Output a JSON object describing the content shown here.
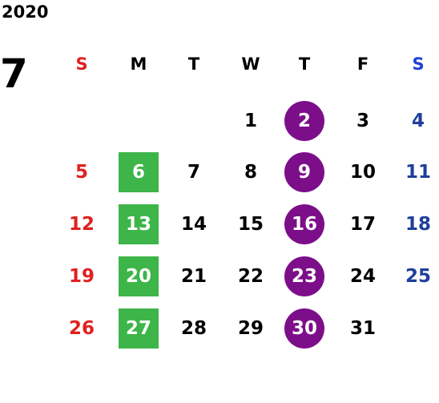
{
  "calendar": {
    "year": "2020",
    "month": "7",
    "weekdays": [
      {
        "label": "S",
        "color": "#e02020"
      },
      {
        "label": "M",
        "color": "#000000"
      },
      {
        "label": "T",
        "color": "#000000"
      },
      {
        "label": "W",
        "color": "#000000"
      },
      {
        "label": "T",
        "color": "#000000"
      },
      {
        "label": "F",
        "color": "#000000"
      },
      {
        "label": "S",
        "color": "#1f3fd6"
      }
    ],
    "colors": {
      "sunday_text": "#e02020",
      "saturday_text": "#1f3f9a",
      "weekday_text": "#000000",
      "monday_highlight": "#3db549",
      "thursday_highlight": "#7c0e8a"
    },
    "weeks": [
      [
        "",
        "",
        "",
        "1",
        "2",
        "3",
        "4"
      ],
      [
        "5",
        "6",
        "7",
        "8",
        "9",
        "10",
        "11"
      ],
      [
        "12",
        "13",
        "14",
        "15",
        "16",
        "17",
        "18"
      ],
      [
        "19",
        "20",
        "21",
        "22",
        "23",
        "24",
        "25"
      ],
      [
        "26",
        "27",
        "28",
        "29",
        "30",
        "31",
        ""
      ]
    ]
  }
}
